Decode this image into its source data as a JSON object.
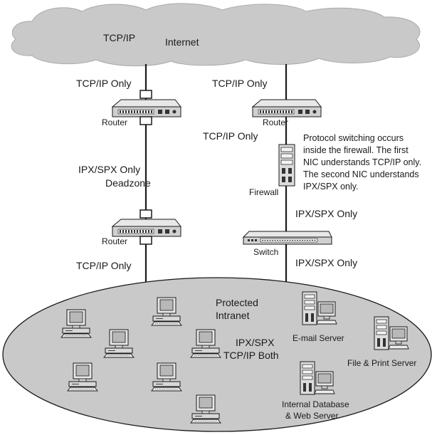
{
  "cloud": {
    "tcpip": "TCP/IP",
    "internet": "Internet"
  },
  "left_branch": {
    "top_label": "TCP/IP Only",
    "router_top": "Router",
    "deadzone_line1": "IPX/SPX Only",
    "deadzone_line2": "Deadzone",
    "router_bottom": "Router",
    "bottom_label": "TCP/IP Only"
  },
  "right_branch": {
    "top_label": "TCP/IP Only",
    "router": "Router",
    "below_router": "TCP/IP Only",
    "firewall": "Firewall",
    "note_lines": [
      "Protocol switching occurs",
      "inside the firewall. The first",
      "NIC understands TCP/IP only.",
      "The second NIC understands",
      "IPX/SPX only."
    ],
    "above_switch": "IPX/SPX Only",
    "switch": "Switch",
    "below_switch": "IPX/SPX Only"
  },
  "intranet": {
    "title_line1": "Protected",
    "title_line2": "Intranet",
    "protocols_line1": "IPX/SPX",
    "protocols_line2": "TCP/IP Both",
    "email_server": "E-mail Server",
    "file_server": "File & Print Server",
    "db_line1": "Internal Database",
    "db_line2": "& Web Server"
  },
  "colors": {
    "cloud": "#c9c9c9",
    "device": "#d4d4d4",
    "line": "#1a1a1a"
  }
}
